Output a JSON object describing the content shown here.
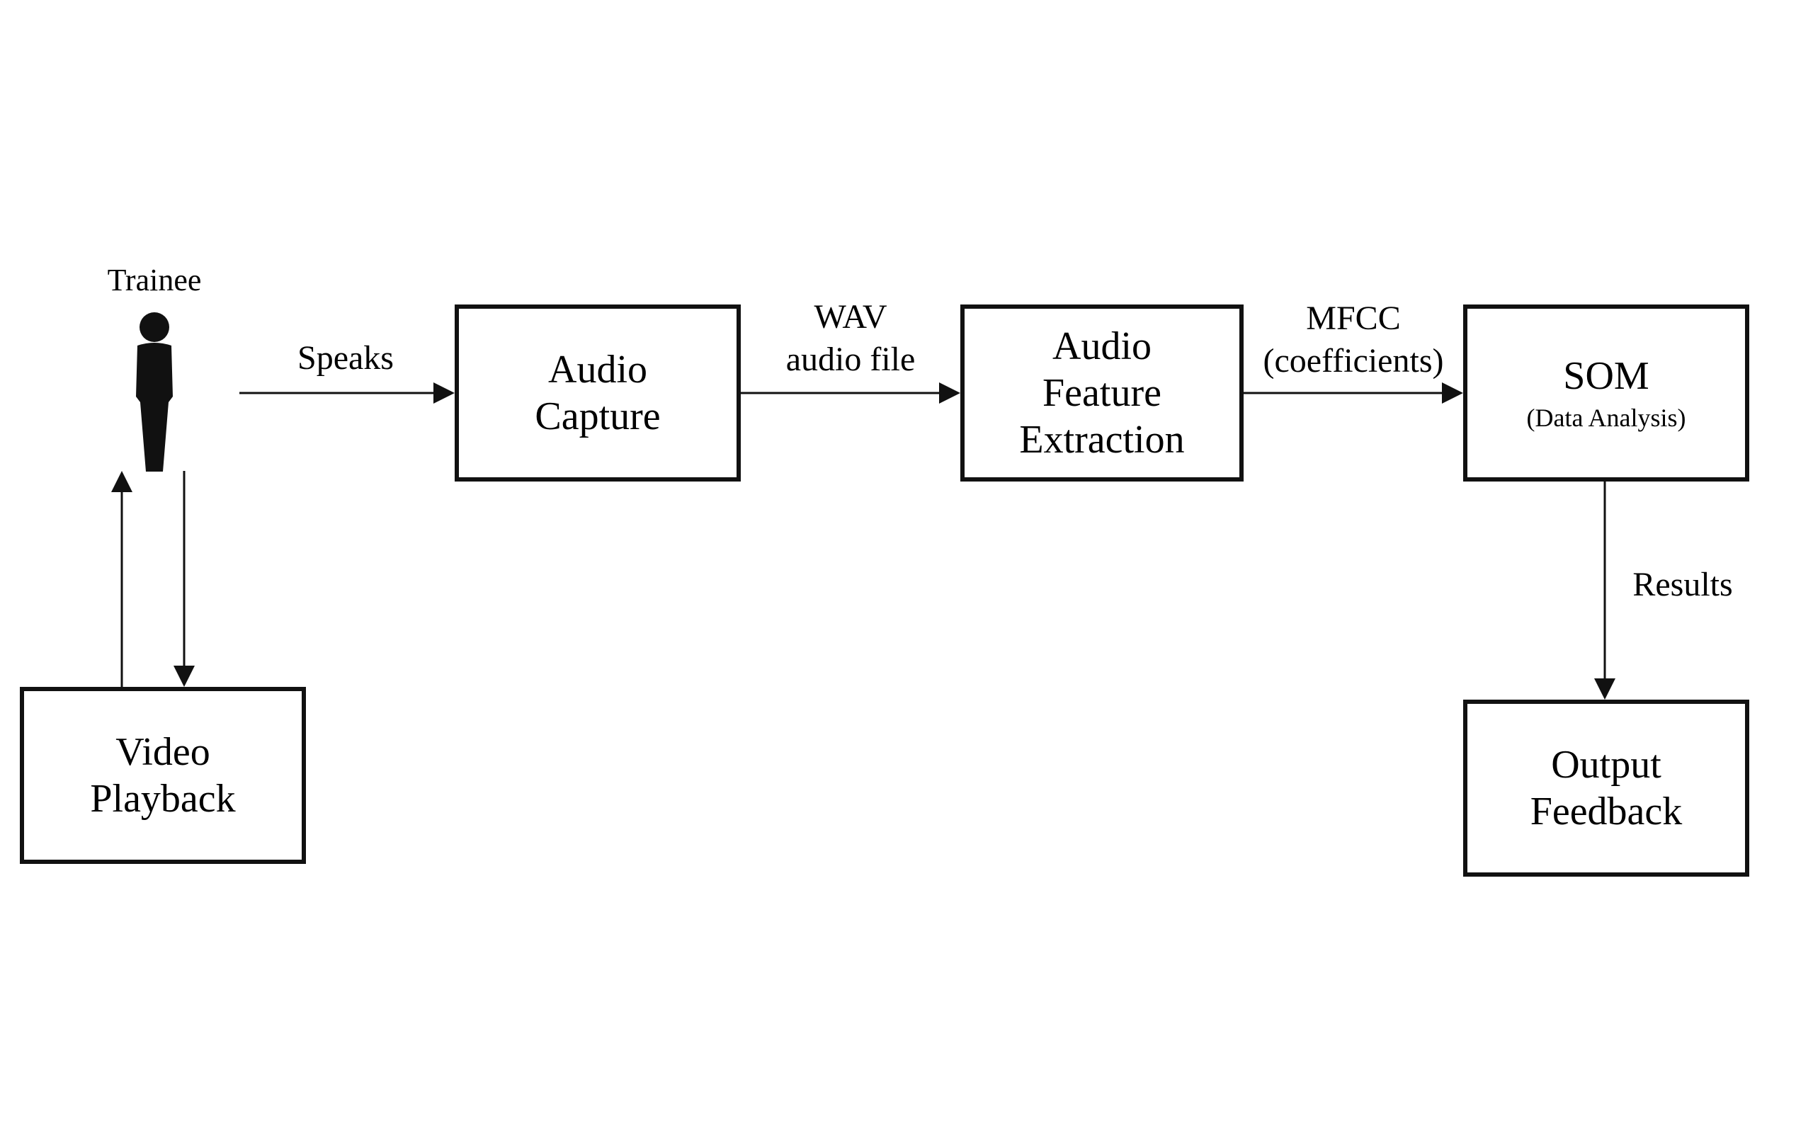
{
  "diagram": {
    "trainee": {
      "label": "Trainee",
      "icon": "person-icon"
    },
    "nodes": {
      "audio_capture": {
        "title": [
          "Audio",
          "Capture"
        ]
      },
      "feature_extraction": {
        "title": [
          "Audio",
          "Feature",
          "Extraction"
        ]
      },
      "som": {
        "title": "SOM",
        "subtitle": "(Data Analysis)"
      },
      "output_feedback": {
        "title": [
          "Output",
          "Feedback"
        ]
      },
      "video_playback": {
        "title": [
          "Video",
          "Playback"
        ]
      }
    },
    "edges": {
      "speaks": "Speaks",
      "wav": [
        "WAV",
        "audio file"
      ],
      "mfcc": [
        "MFCC",
        "(coefficients)"
      ],
      "results": "Results"
    },
    "colors": {
      "stroke": "#111111",
      "background": "#ffffff"
    }
  }
}
